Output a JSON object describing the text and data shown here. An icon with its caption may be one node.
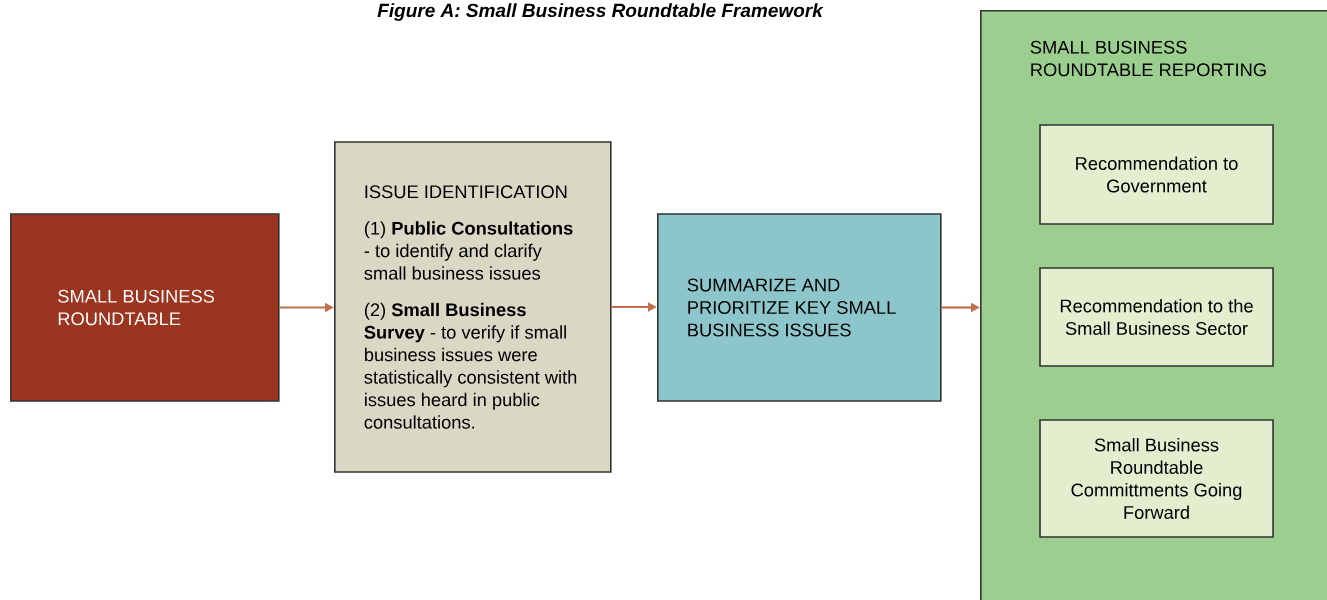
{
  "diagram": {
    "title": "Figure A: Small Business Roundtable Framework",
    "nodes": [
      {
        "text": [
          "SMALL BUSINESS ROUNDTABLE"
        ]
      },
      {
        "text": [
          "ISSUE IDENTIFICATION",
          "(1) **Public Consultations** - to identify and clarify small business issues",
          "(2) **Small Business Survey** - to verify if small business issues were statistically consistent with issues heard in public consultations."
        ]
      },
      {
        "text": [
          "SUMMARIZE AND PRIORITIZE KEY SMALL BUSINESS ISSUES"
        ]
      },
      {
        "text": [
          "SMALL BUSINESS ROUNDTABLE REPORTING"
        ]
      },
      {
        "text": [
          "Recommendation to Government"
        ],
        "in": 3
      },
      {
        "text": [
          "Recommendation to the Small Business Sector"
        ],
        "in": 3
      },
      {
        "text": [
          "Small Business Roundtable Committments Going Forward"
        ],
        "in": 3
      }
    ],
    "edges": [
      {
        "from": 0,
        "to": 1,
        "arrow": "to"
      },
      {
        "from": 1,
        "to": 2,
        "arrow": "to"
      },
      {
        "from": 2,
        "to": 3,
        "arrow": "to"
      }
    ]
  }
}
